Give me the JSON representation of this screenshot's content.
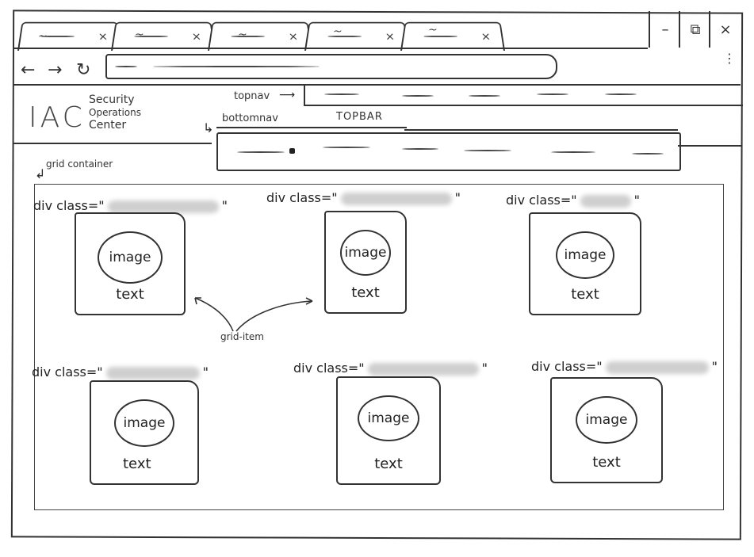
{
  "browser": {
    "tabs": [
      {
        "title": "~",
        "close": "×"
      },
      {
        "title": "~",
        "close": "×"
      },
      {
        "title": "~",
        "close": "×"
      },
      {
        "title": "~",
        "close": "×"
      },
      {
        "title": "~",
        "close": "×"
      }
    ],
    "window_controls": {
      "minimize": "–",
      "restore": "⧉",
      "close": "×"
    },
    "nav": {
      "back": "←",
      "forward": "→",
      "reload": "↻"
    },
    "menu": "⋮"
  },
  "header": {
    "logo": "IAC",
    "subtitle_lines": [
      "Security",
      "Operations",
      "Center"
    ]
  },
  "annotations": {
    "topnav": "topnav",
    "bottomnav": "bottomnav",
    "topbar": "TOPBAR",
    "grid_container": "grid container",
    "grid_item": "grid-item"
  },
  "grid": {
    "items": [
      {
        "label": "div class=\"",
        "label_end": "\"",
        "image": "image",
        "text": "text"
      },
      {
        "label": "div class=\"",
        "label_end": "\"",
        "image": "image",
        "text": "text"
      },
      {
        "label": "div class=\"",
        "label_end": "\"",
        "image": "image",
        "text": "text"
      },
      {
        "label": "div class=\"",
        "label_end": "\"",
        "image": "image",
        "text": "text"
      },
      {
        "label": "div class=\"",
        "label_end": "\"",
        "image": "image",
        "text": "text"
      },
      {
        "label": "div class=\"",
        "label_end": "\"",
        "image": "image",
        "text": "text"
      }
    ]
  }
}
